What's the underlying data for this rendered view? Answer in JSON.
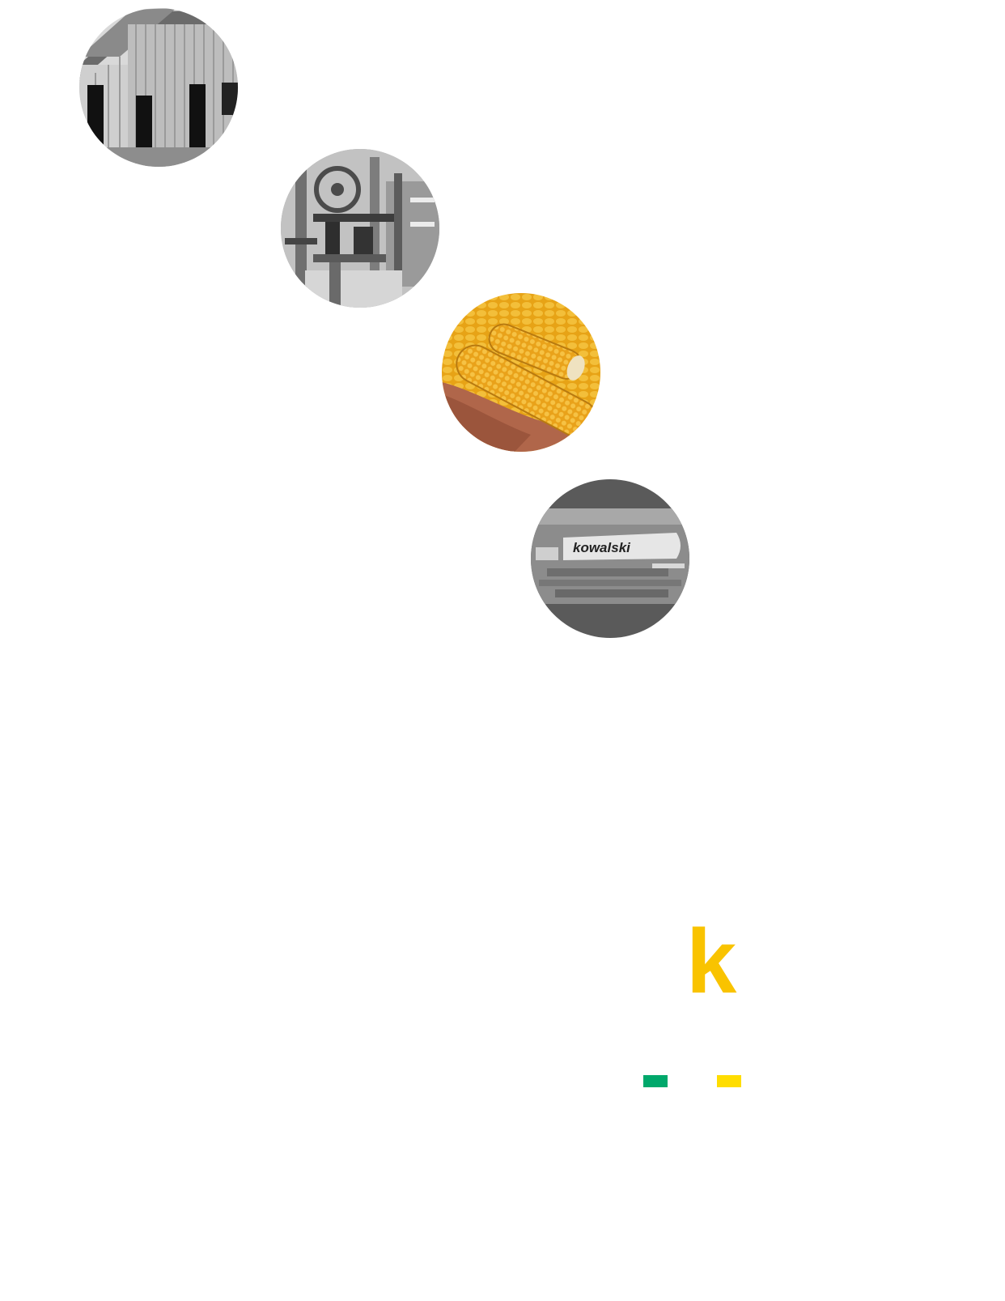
{
  "photos": [
    {
      "name": "old-wooden-barn-photo"
    },
    {
      "name": "industrial-machinery-photo"
    },
    {
      "name": "corn-cobs-in-hand-photo"
    },
    {
      "name": "kowalski-facility-aerial-photo",
      "sign_text": "kowalski"
    }
  ],
  "logo": {
    "letter": "k",
    "color": "#f9c300"
  },
  "accent_bars": {
    "green": "#00a86b",
    "yellow": "#ffdd00"
  }
}
